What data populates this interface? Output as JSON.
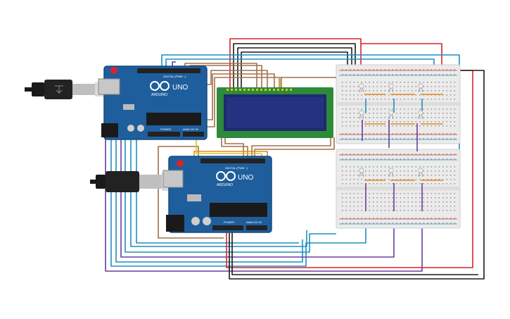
{
  "boards": {
    "top": {
      "brand": "ARDUINO",
      "model": "UNO",
      "power_label": "POWER",
      "analog_label": "ANALOG IN",
      "digital_label": "DIGITAL (PWM ~)"
    },
    "bottom": {
      "brand": "ARDUINO",
      "model": "UNO",
      "power_label": "POWER",
      "analog_label": "ANALOG IN",
      "digital_label": "DIGITAL (PWM ~)"
    }
  },
  "lcd": {
    "text": ""
  },
  "colors": {
    "board": "#1f5e9c",
    "board_dark": "#164a7d",
    "lcd_frame": "#2d8a3a",
    "lcd_screen": "#1e2a6e",
    "breadboard": "#ebebeb",
    "wire_red": "#d9232c",
    "wire_black": "#1a1a1a",
    "wire_blue": "#1f8fbf",
    "wire_brown": "#a0714a",
    "wire_purple": "#6a3d9a",
    "wire_orange": "#e08a1e",
    "wire_yellow": "#e0c21e"
  },
  "icons": [
    "usb-cable-icon",
    "power-jack-icon",
    "led-icon",
    "resistor-icon"
  ]
}
